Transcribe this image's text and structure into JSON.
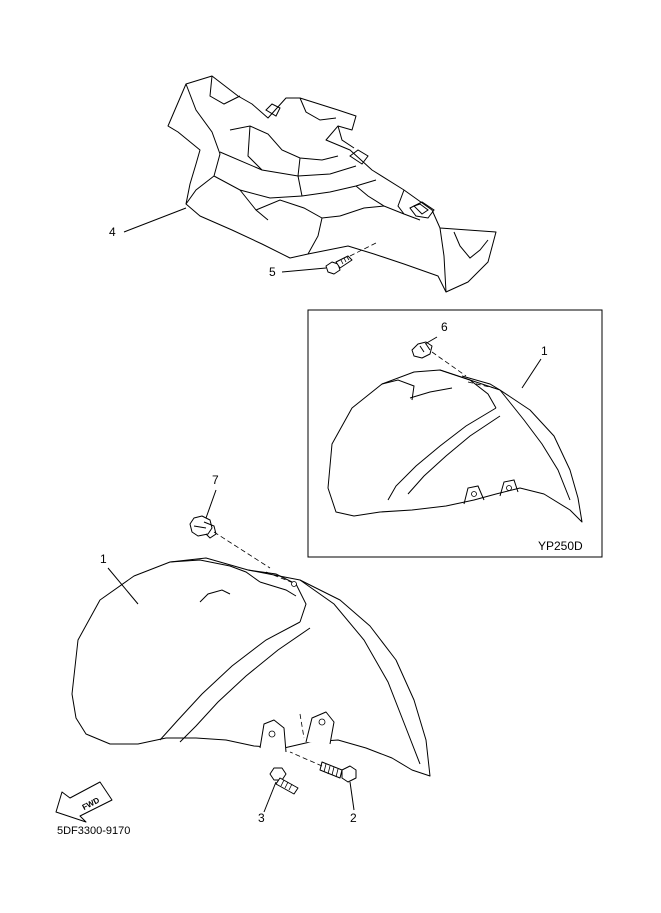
{
  "callouts": {
    "part_1_main": "1",
    "part_1_inset": "1",
    "part_2": "2",
    "part_3": "3",
    "part_4": "4",
    "part_5": "5",
    "part_6": "6",
    "part_7": "7"
  },
  "inset": {
    "label": "YP250D"
  },
  "footer": {
    "diagram_code": "5DF3300-9170"
  },
  "fwd_arrow": {
    "label": "FWD"
  }
}
